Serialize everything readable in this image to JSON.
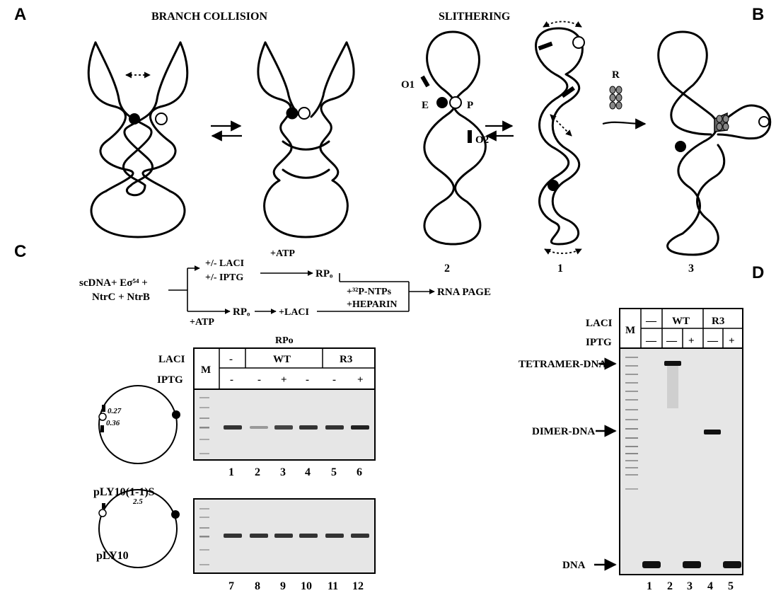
{
  "panels": {
    "A": "A",
    "B": "B",
    "C": "C",
    "D": "D"
  },
  "panelA": {
    "title_left": "BRANCH COLLISION",
    "title_right": "SLITHERING",
    "o1": "O1",
    "o2": "O2",
    "e": "E",
    "p": "P",
    "r": "R",
    "num_2": "2",
    "num_1": "1",
    "num_3": "3"
  },
  "panelC": {
    "scheme": {
      "start_line1": "scDNA+ Eσ⁵⁴ +",
      "start_line2": "NtrC + NtrB",
      "upper_laci": "+/- LACI",
      "upper_iptg": "+/- IPTG",
      "upper_atp": "+ATP",
      "rpo_upper": "RPₒ",
      "ntps": "+³²P-NTPs",
      "heparin": "+HEPARIN",
      "rna_page": "RNA PAGE",
      "lower_atp": "+ATP",
      "rpo_lower": "RPₒ",
      "lower_laci": "+LACI"
    },
    "rpo_header": "RPo",
    "laci_label": "LACI",
    "iptg_label": "IPTG",
    "m_label": "M",
    "laci_groups": [
      "-",
      "WT",
      "R3"
    ],
    "iptg_values": [
      "-",
      "-",
      "+",
      "-",
      "-",
      "+"
    ],
    "plasmid1": {
      "name": "pLY10(1-1)S",
      "d1": "0.27",
      "d2": "0.36"
    },
    "plasmid2": {
      "name": "pLY10",
      "d1": "2.5"
    },
    "gel1_lanes": [
      "1",
      "2",
      "3",
      "4",
      "5",
      "6"
    ],
    "gel2_lanes": [
      "7",
      "8",
      "9",
      "10",
      "11",
      "12"
    ]
  },
  "panelD": {
    "laci_label": "LACI",
    "iptg_label": "IPTG",
    "m_label": "M",
    "laci_groups": [
      "—",
      "WT",
      "R3"
    ],
    "iptg_values": [
      "—",
      "—",
      "+",
      "—",
      "+"
    ],
    "tetramer": "TETRAMER-DNA",
    "dimer": "DIMER-DNA",
    "dna": "DNA",
    "lanes": [
      "1",
      "2",
      "3",
      "4",
      "5"
    ]
  }
}
